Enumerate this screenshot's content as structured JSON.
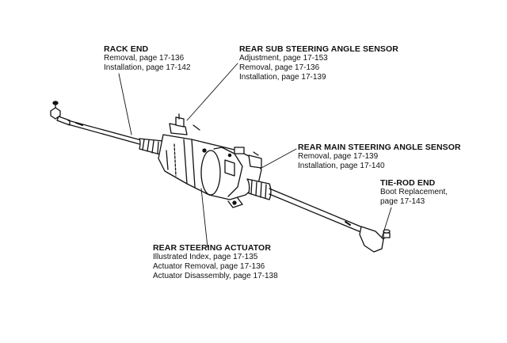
{
  "callouts": {
    "rack_end": {
      "title": "RACK END",
      "lines": [
        "Removal, page 17-136",
        "Installation, page 17-142"
      ]
    },
    "rear_sub_sensor": {
      "title": "REAR SUB STEERING ANGLE SENSOR",
      "lines": [
        "Adjustment, page 17-153",
        "Removal, page 17-136",
        "Installation, page 17-139"
      ]
    },
    "rear_main_sensor": {
      "title": "REAR MAIN STEERING ANGLE SENSOR",
      "lines": [
        "Removal, page 17-139",
        "Installation, page 17-140"
      ]
    },
    "tie_rod_end": {
      "title": "TIE-ROD END",
      "lines": [
        "Boot Replacement,",
        "page 17-143"
      ]
    },
    "rear_steering_actuator": {
      "title": "REAR STEERING ACTUATOR",
      "lines": [
        "Illustrated Index, page 17-135",
        "Actuator Removal, page 17-136",
        "Actuator Disassembly, page 17-138"
      ]
    }
  }
}
